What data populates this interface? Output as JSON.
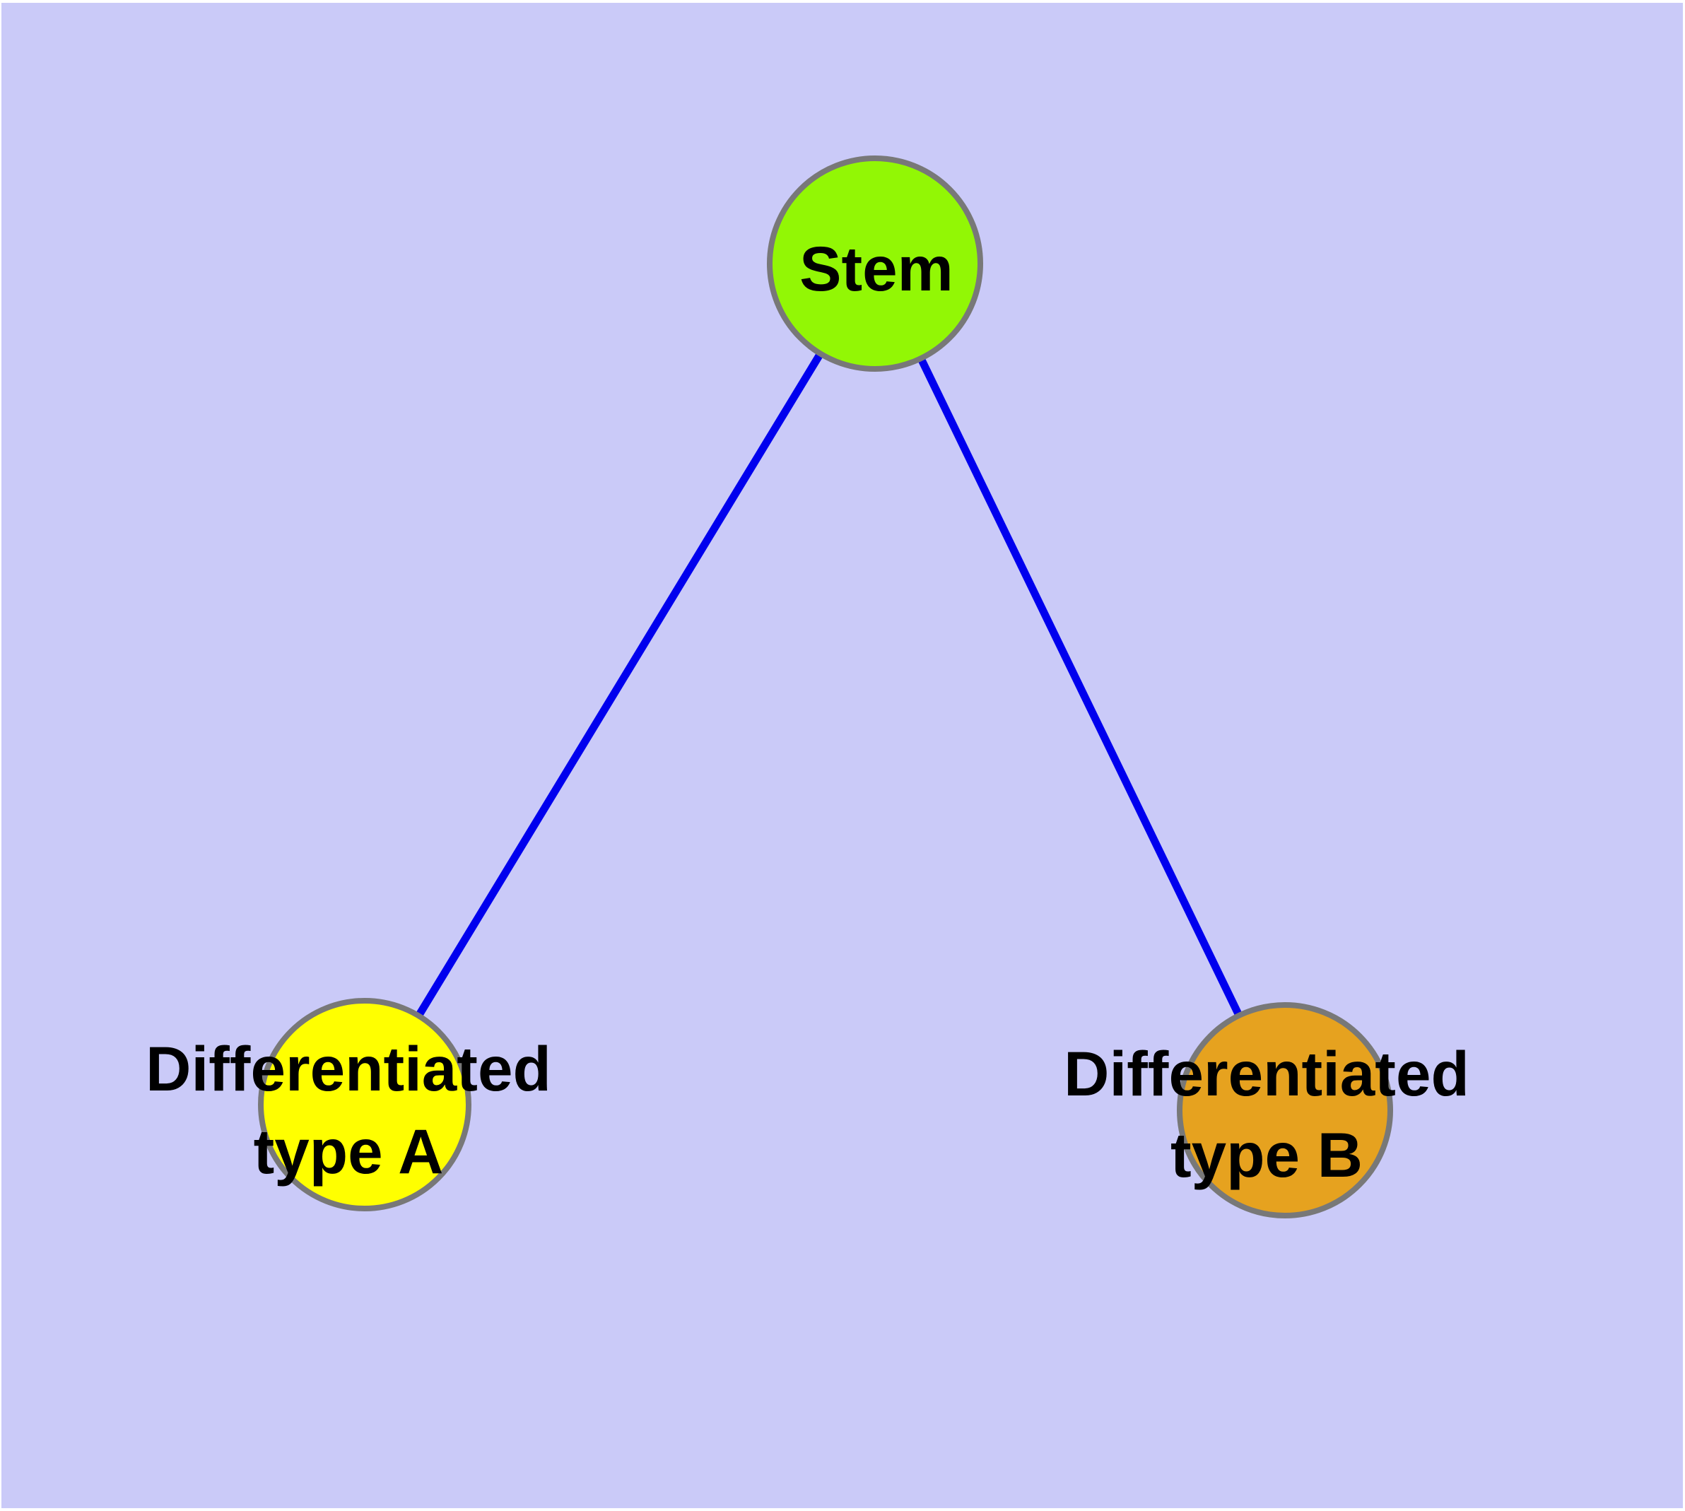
{
  "diagram": {
    "type": "node-link-graph",
    "description": "Stem cell differentiation graph: one parent node linked to two differentiated type nodes"
  },
  "colors": {
    "frame": "#FFFFFF",
    "background": "#CACAF8",
    "edge": "#0000EE",
    "node_border": "#787878",
    "label_text": "#000000",
    "stem_fill": "#92F705",
    "type_a_fill": "#FFFF00",
    "type_b_fill": "#E6A21F"
  },
  "nodes": {
    "stem": {
      "label": "Stem",
      "fill": "#92F705"
    },
    "type_a": {
      "label_line1": "Differentiated",
      "label_line2": "type A",
      "fill": "#FFFF00"
    },
    "type_b": {
      "label_line1": "Differentiated",
      "label_line2": "type B",
      "fill": "#E6A21F"
    }
  },
  "edges": [
    {
      "from": "Stem",
      "to": "Differentiated type A"
    },
    {
      "from": "Stem",
      "to": "Differentiated type B"
    }
  ]
}
